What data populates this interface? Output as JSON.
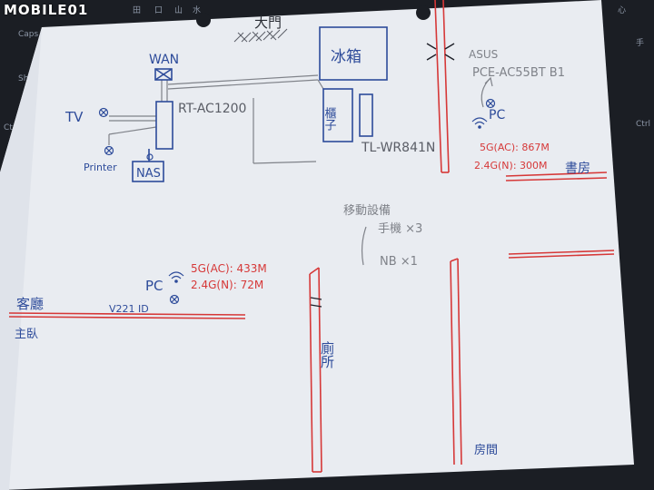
{
  "watermark": "MOBILE01",
  "keyboard": {
    "keys": [
      "Caps Lo",
      "Shift",
      "Ctrl",
      "田",
      "口",
      "山",
      "水",
      "心",
      "手",
      "Ctrl"
    ]
  },
  "diagram": {
    "front_door": "大門",
    "fridge": "冰箱",
    "cabinet": "櫃子",
    "wan": "WAN",
    "router": "RT-AC1200",
    "tv": "TV",
    "printer": "Printer",
    "nas": "NAS",
    "tplink": "TL-WR841N",
    "asus": "ASUS",
    "asus_card": "PCE-AC55BT B1",
    "study_pc": "PC",
    "study_5g": "5G(AC): 867M",
    "study_24g": "2.4G(N): 300M",
    "study_room": "書房",
    "mobile_devices": "移動設備",
    "phones": "手機 ×3",
    "nb": "NB ×1",
    "living_pc": "PC",
    "living_5g": "5G(AC): 433M",
    "living_24g": "2.4G(N): 72M",
    "v221": "V221 ID",
    "living_room": "客廳",
    "master_bedroom": "主臥",
    "toilet": "廁所",
    "bedroom": "房間"
  },
  "colors": {
    "paper": "#e9ecf1",
    "blue_ink": "#2d4b9a",
    "red_ink": "#d63838",
    "pencil": "#7f8289"
  }
}
